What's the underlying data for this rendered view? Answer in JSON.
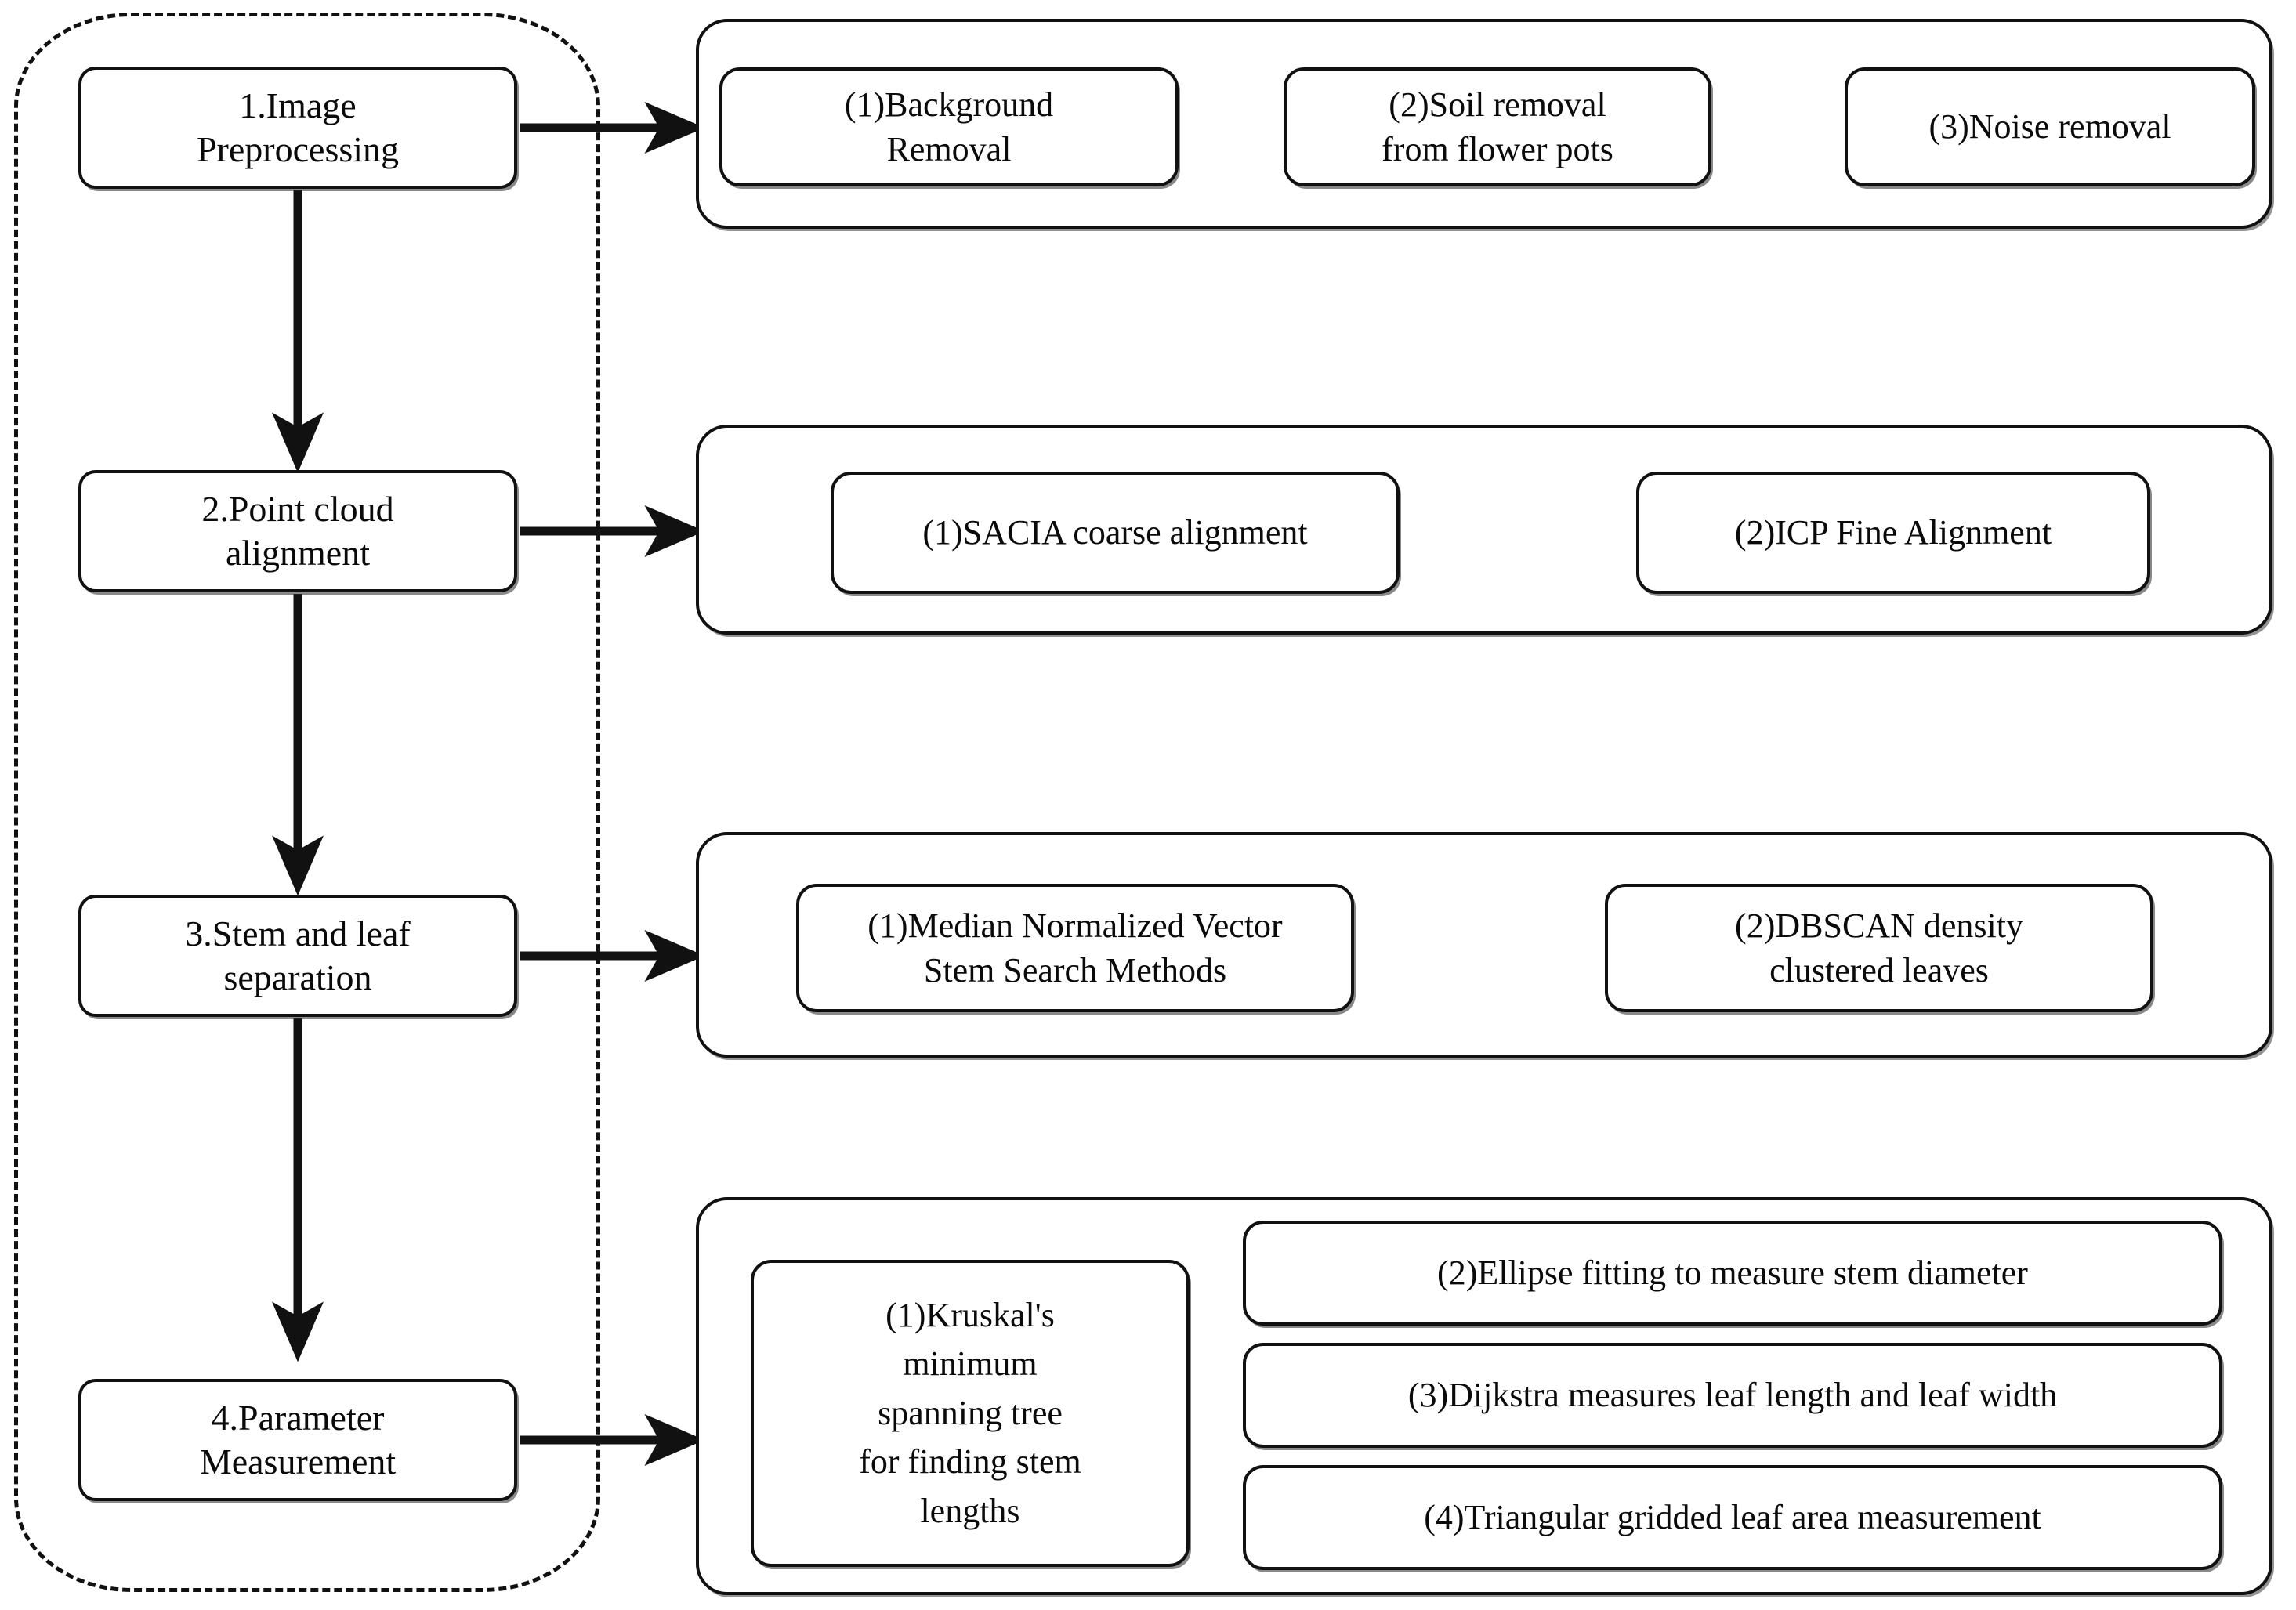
{
  "diagram": {
    "title": "Plant point cloud phenotyping pipeline flowchart",
    "group_outline_style": "dash-dot rounded rectangle"
  },
  "stages": [
    {
      "id": "stage-1",
      "label": "1.Image\nPreprocessing"
    },
    {
      "id": "stage-2",
      "label": "2.Point cloud\nalignment"
    },
    {
      "id": "stage-3",
      "label": "3.Stem and leaf\nseparation"
    },
    {
      "id": "stage-4",
      "label": "4.Parameter\nMeasurement"
    }
  ],
  "panels": [
    {
      "id": "panel-1",
      "for_stage": "1.Image Preprocessing",
      "items": [
        {
          "id": "p1-i1",
          "label": "(1)Background\nRemoval"
        },
        {
          "id": "p1-i2",
          "label": "(2)Soil removal\nfrom flower pots"
        },
        {
          "id": "p1-i3",
          "label": "(3)Noise removal"
        }
      ]
    },
    {
      "id": "panel-2",
      "for_stage": "2.Point cloud alignment",
      "items": [
        {
          "id": "p2-i1",
          "label": "(1)SACIA coarse alignment"
        },
        {
          "id": "p2-i2",
          "label": "(2)ICP Fine Alignment"
        }
      ]
    },
    {
      "id": "panel-3",
      "for_stage": "3.Stem and leaf separation",
      "items": [
        {
          "id": "p3-i1",
          "label": "(1)Median Normalized Vector\nStem Search Methods"
        },
        {
          "id": "p3-i2",
          "label": "(2)DBSCAN density\nclustered leaves"
        }
      ]
    },
    {
      "id": "panel-4",
      "for_stage": "4.Parameter Measurement",
      "items": [
        {
          "id": "p4-i1",
          "label": "(1)Kruskal's\nminimum\nspanning tree\nfor finding stem\nlengths"
        },
        {
          "id": "p4-i2",
          "label": "(2)Ellipse fitting to measure stem diameter"
        },
        {
          "id": "p4-i3",
          "label": "(3)Dijkstra measures leaf length and leaf width"
        },
        {
          "id": "p4-i4",
          "label": "(4)Triangular gridded leaf area measurement"
        }
      ]
    }
  ],
  "connectors": {
    "vertical_flow": [
      "1.Image Preprocessing -> 2.Point cloud alignment",
      "2.Point cloud alignment -> 3.Stem and leaf separation",
      "3.Stem and leaf separation -> 4.Parameter Measurement"
    ],
    "horizontal_flow": [
      "1.Image Preprocessing -> panel-1",
      "2.Point cloud alignment -> panel-2",
      "3.Stem and leaf separation -> panel-3",
      "4.Parameter Measurement -> panel-4"
    ]
  },
  "colors": {
    "stroke": "#111111",
    "background": "#ffffff",
    "text": "#0a0a0a"
  }
}
